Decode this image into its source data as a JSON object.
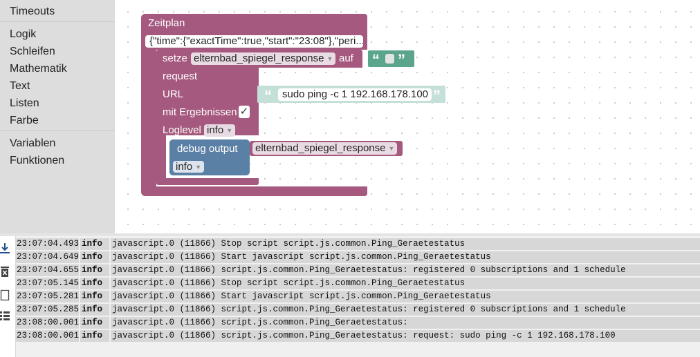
{
  "toolbox": {
    "items": [
      "Timeouts",
      "Logik",
      "Schleifen",
      "Mathematik",
      "Text",
      "Listen",
      "Farbe",
      "Variablen",
      "Funktionen"
    ]
  },
  "blocks": {
    "schedule_title": "Zeitplan",
    "schedule_field": "{\"time\":{\"exactTime\":true,\"start\":\"23:08\"},\"peri...",
    "setze_label": "setze",
    "setze_var": "elternbad_spiegel_response",
    "auf_label": "auf",
    "request_label": "request",
    "url_label": "URL",
    "url_value": "sudo ping -c 1 192.168.178.100",
    "mit_label": "mit Ergebnissen",
    "check_mark": "✓",
    "loglevel_label": "Loglevel",
    "loglevel_value": "info",
    "debug_label": "debug output",
    "debug_var": "elternbad_spiegel_response",
    "debug_level": "info",
    "open_quote": "“",
    "close_quote": "”"
  },
  "log": {
    "rows": [
      {
        "time": "23:07:04.493",
        "severity": "info",
        "message": "javascript.0 (11866) Stop script script.js.common.Ping_Geraetestatus"
      },
      {
        "time": "23:07:04.649",
        "severity": "info",
        "message": "javascript.0 (11866) Start javascript script.js.common.Ping_Geraetestatus"
      },
      {
        "time": "23:07:04.655",
        "severity": "info",
        "message": "javascript.0 (11866) script.js.common.Ping_Geraetestatus: registered 0 subscriptions and 1 schedule"
      },
      {
        "time": "23:07:05.145",
        "severity": "info",
        "message": "javascript.0 (11866) Stop script script.js.common.Ping_Geraetestatus"
      },
      {
        "time": "23:07:05.281",
        "severity": "info",
        "message": "javascript.0 (11866) Start javascript script.js.common.Ping_Geraetestatus"
      },
      {
        "time": "23:07:05.285",
        "severity": "info",
        "message": "javascript.0 (11866) script.js.common.Ping_Geraetestatus: registered 0 subscriptions and 1 schedule"
      },
      {
        "time": "23:08:00.001",
        "severity": "info",
        "message": "javascript.0 (11866) script.js.common.Ping_Geraetestatus:"
      },
      {
        "time": "23:08:00.001",
        "severity": "info",
        "message": "javascript.0 (11866) script.js.common.Ping_Geraetestatus: request: sudo ping -c 1 192.168.178.100"
      }
    ]
  },
  "colors": {
    "procedure": "#a5597e",
    "text_block": "#5ba58c",
    "text_block_light": "#c5e0d8",
    "debug_block": "#5b80a5",
    "toolbox_bg": "#dddddd",
    "log_row": "#d7d7d7",
    "log_icon": "#1f4e8c"
  },
  "icons": {
    "scroll_down": "arrow-down-bar-icon",
    "clear": "trash-x-icon",
    "copy": "copy-icon",
    "list": "list-icon"
  }
}
